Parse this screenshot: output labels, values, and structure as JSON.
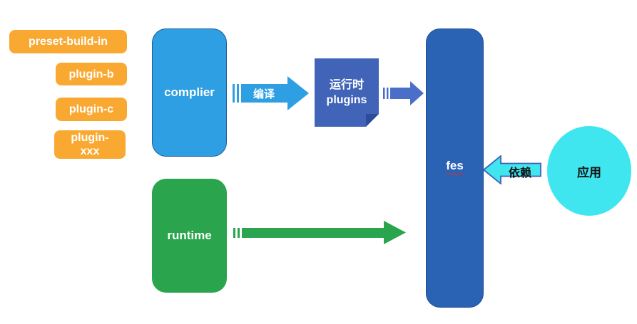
{
  "diagram": {
    "plugin_boxes": [
      {
        "label": "preset-build-in"
      },
      {
        "label": "plugin-b"
      },
      {
        "label": "plugin-c"
      },
      {
        "label": "plugin-xxx"
      }
    ],
    "complier_box": {
      "label": "complier"
    },
    "runtime_box": {
      "label": "runtime"
    },
    "compile_arrow": {
      "label": "编译"
    },
    "runtime_plugins_note": {
      "label": "运行时 plugins"
    },
    "plugins_to_fes_arrow": {
      "label": ""
    },
    "runtime_to_fes_arrow": {
      "label": ""
    },
    "fes_box": {
      "label": "fes"
    },
    "depends_arrow": {
      "label": "依赖"
    },
    "app_ellipse": {
      "label": "应用"
    },
    "colors": {
      "orange": "#F9A932",
      "light_blue": "#2E9FE3",
      "medium_blue": "#4164B8",
      "arrow_blue": "#4A6FC8",
      "dark_blue": "#2A62B4",
      "green": "#2AA44D",
      "cyan": "#3FE6EF",
      "spellcheck_red": "#d93025"
    }
  }
}
